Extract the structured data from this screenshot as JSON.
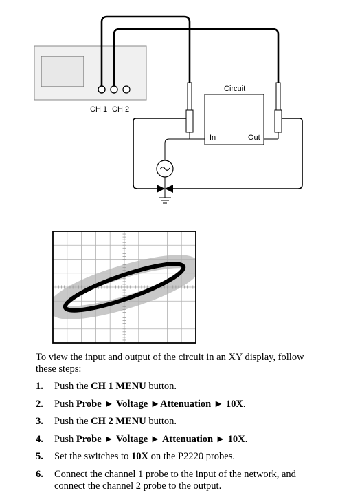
{
  "diagram": {
    "channel_labels": [
      "CH 1",
      "CH 2"
    ],
    "circuit_label": "Circuit",
    "in_label": "In",
    "out_label": "Out"
  },
  "intro_text": "To view the input and output of the circuit in an XY display, follow these steps:",
  "steps": [
    {
      "num": "1.",
      "parts": [
        {
          "t": "Push the "
        },
        {
          "t": "CH 1 MENU",
          "b": true
        },
        {
          "t": " button."
        }
      ]
    },
    {
      "num": "2.",
      "parts": [
        {
          "t": "Push "
        },
        {
          "t": "Probe ► Voltage ►Attenuation ► 10X",
          "b": true
        },
        {
          "t": "."
        }
      ]
    },
    {
      "num": "3.",
      "parts": [
        {
          "t": "Push the "
        },
        {
          "t": "CH 2 MENU",
          "b": true
        },
        {
          "t": " button."
        }
      ]
    },
    {
      "num": "4.",
      "parts": [
        {
          "t": "Push "
        },
        {
          "t": "Probe ► Voltage ► Attenuation ► 10X",
          "b": true
        },
        {
          "t": "."
        }
      ]
    },
    {
      "num": "5.",
      "parts": [
        {
          "t": "Set the switches to "
        },
        {
          "t": "10X",
          "b": true
        },
        {
          "t": " on the P2220 probes."
        }
      ]
    },
    {
      "num": "6.",
      "parts": [
        {
          "t": "Connect the channel 1 probe to the input of the network, and connect the channel 2 probe to the output."
        }
      ]
    }
  ]
}
